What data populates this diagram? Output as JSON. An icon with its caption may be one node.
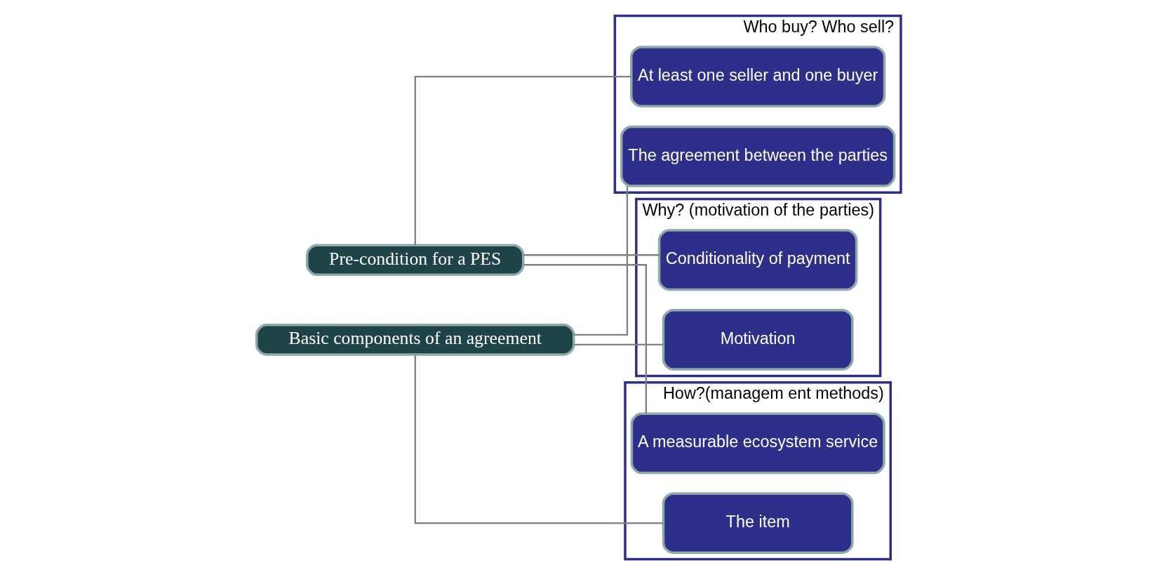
{
  "diagram": {
    "nodes": [
      {
        "text": [
          "Pre-condition for a PES"
        ]
      },
      {
        "text": [
          "Basic components of an agreement"
        ]
      },
      {
        "text": [
          "Who buy? Who sell?"
        ]
      },
      {
        "text": [
          "At least one seller and one buyer"
        ],
        "in": 2
      },
      {
        "text": [
          "The agreement between the parties"
        ],
        "in": 2
      },
      {
        "text": [
          "Why? (motivation of the parties)"
        ]
      },
      {
        "text": [
          "Conditionality of payment"
        ],
        "in": 5
      },
      {
        "text": [
          "Motivation"
        ],
        "in": 5
      },
      {
        "text": [
          "How?(managem ent methods)"
        ]
      },
      {
        "text": [
          "A measurable ecosystem service"
        ],
        "in": 8
      },
      {
        "text": [
          "The item"
        ],
        "in": 8
      }
    ],
    "edges": [
      {
        "from": 0,
        "to": 3,
        "arrow": "none"
      },
      {
        "from": 0,
        "to": 6,
        "arrow": "none"
      },
      {
        "from": 0,
        "to": 9,
        "arrow": "none"
      },
      {
        "from": 1,
        "to": 4,
        "arrow": "none"
      },
      {
        "from": 1,
        "to": 7,
        "arrow": "none"
      },
      {
        "from": 1,
        "to": 10,
        "arrow": "none"
      }
    ]
  }
}
